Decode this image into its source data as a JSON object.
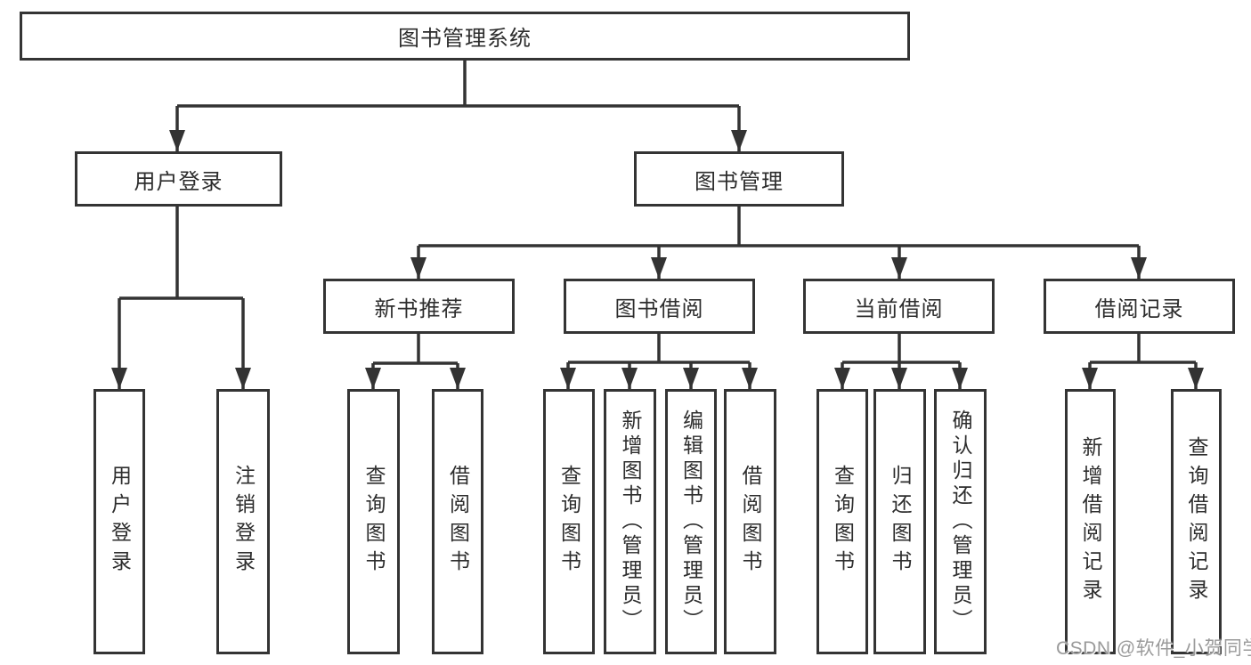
{
  "diagram_title": "图书管理系统",
  "tree": {
    "root": "图书管理系统",
    "branches": [
      {
        "label": "用户登录",
        "leaves": [
          "用户登录",
          "注销登录"
        ]
      },
      {
        "label": "图书管理",
        "groups": [
          {
            "label": "新书推荐",
            "leaves": [
              "查询图书",
              "借阅图书"
            ]
          },
          {
            "label": "图书借阅",
            "leaves": [
              "查询图书",
              "新增图书（管理员）",
              "编辑图书（管理员）",
              "借阅图书"
            ]
          },
          {
            "label": "当前借阅",
            "leaves": [
              "查询图书",
              "归还图书",
              "确认归还（管理员）"
            ]
          },
          {
            "label": "借阅记录",
            "leaves": [
              "新增借阅记录",
              "查询借阅记录"
            ]
          }
        ]
      }
    ]
  },
  "watermark": "CSDN @软件_小贺同学",
  "colors": {
    "line": "#333333",
    "box_border": "#343434",
    "text": "#2d2d2d",
    "watermark": "#9a9a9a",
    "background": "#ffffff"
  }
}
